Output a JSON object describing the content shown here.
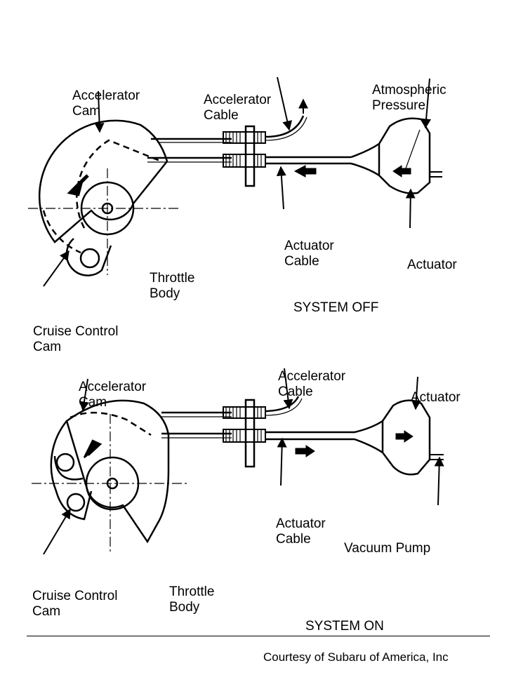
{
  "top_diagram": {
    "accelerator_cam": [
      "Accelerator",
      "Cam"
    ],
    "accelerator_cable": [
      "Accelerator",
      "Cable"
    ],
    "atmospheric_pressure": [
      "Atmospheric",
      "Pressure"
    ],
    "actuator_cable": [
      "Actuator",
      "Cable"
    ],
    "actuator": "Actuator",
    "throttle_body": [
      "Throttle",
      "Body"
    ],
    "cruise_control_cam": [
      "Cruise Control",
      "Cam"
    ],
    "caption": "SYSTEM OFF"
  },
  "bottom_diagram": {
    "accelerator_cam": [
      "Accelerator",
      "Cam"
    ],
    "accelerator_cable": [
      "Accelerator",
      "Cable"
    ],
    "actuator": "Actuator",
    "actuator_cable": [
      "Actuator",
      "Cable"
    ],
    "vacuum_pump": "Vacuum Pump",
    "cruise_control_cam": [
      "Cruise Control",
      "Cam"
    ],
    "throttle_body": [
      "Throttle",
      "Body"
    ],
    "caption": "SYSTEM ON"
  },
  "credit": "Courtesy of Subaru of America, Inc"
}
